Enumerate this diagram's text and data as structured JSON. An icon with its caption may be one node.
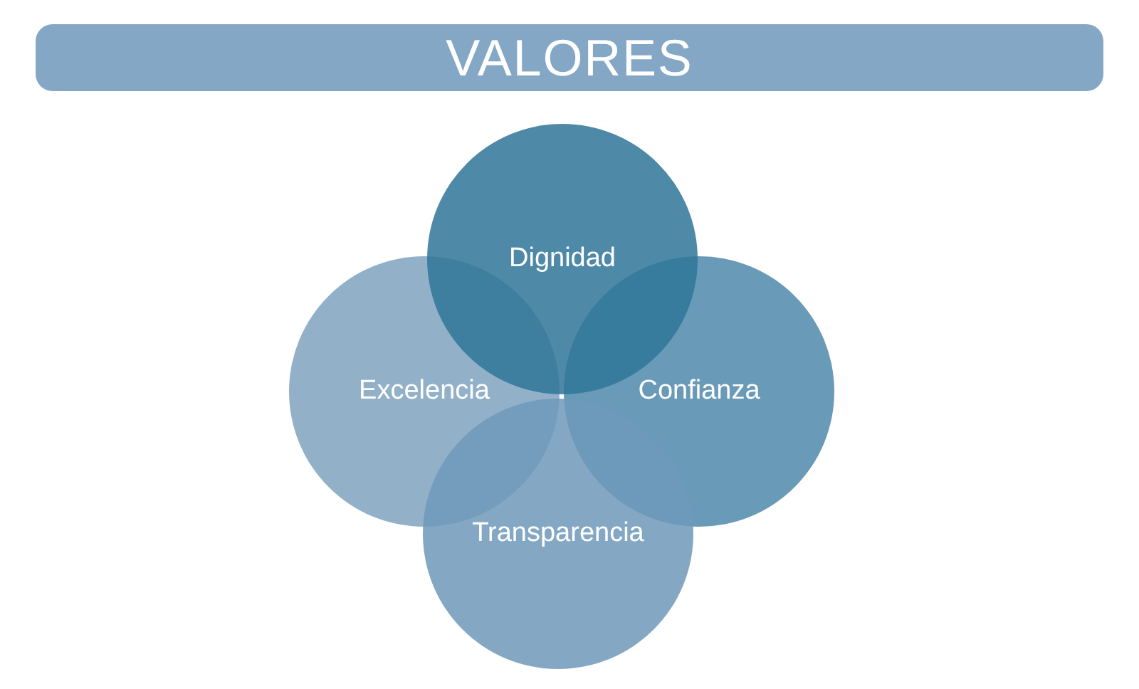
{
  "diagram": {
    "title": "VALORES",
    "nodes": [
      {
        "text": [
          "Dignidad"
        ]
      },
      {
        "text": [
          "Excelencia"
        ]
      },
      {
        "text": [
          "Confianza"
        ]
      },
      {
        "text": [
          "Transparencia"
        ]
      }
    ]
  }
}
